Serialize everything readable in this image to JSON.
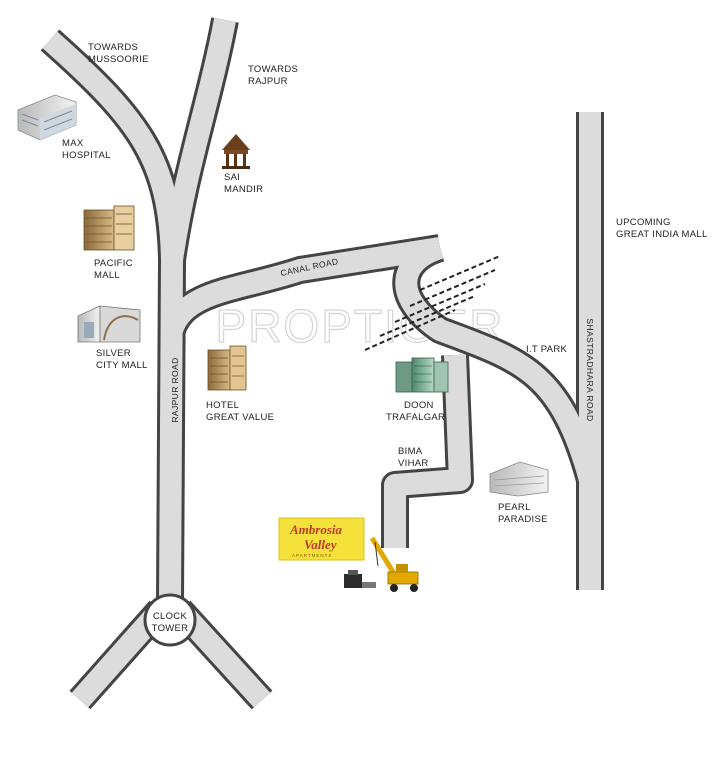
{
  "watermark": "PROPTIGER",
  "roads": {
    "rajpur_road": "RAJPUR ROAD",
    "canal_road": "CANAL ROAD",
    "shastradhara_road": "SHASTRADHARA ROAD"
  },
  "landmarks": {
    "towards_mussoorie": [
      "TOWARDS",
      "MUSSOORIE"
    ],
    "towards_rajpur": [
      "TOWARDS",
      "RAJPUR"
    ],
    "max_hospital": [
      "MAX",
      "HOSPITAL"
    ],
    "sai_mandir": [
      "SAI",
      "MANDIR"
    ],
    "pacific_mall": [
      "PACIFIC",
      "MALL"
    ],
    "silver_city_mall": [
      "SILVER",
      "CITY MALL"
    ],
    "hotel_great_value": [
      "HOTEL",
      "GREAT VALUE"
    ],
    "doon_trafalgar": [
      "DOON",
      "TRAFALGAR"
    ],
    "it_park": "I.T PARK",
    "upcoming_mall": [
      "UPCOMING",
      "GREAT INDIA MALL"
    ],
    "bima_vihar": [
      "BIMA",
      "VIHAR"
    ],
    "pearl_paradise": [
      "PEARL",
      "PARADISE"
    ],
    "clock_tower": [
      "CLOCK",
      "TOWER"
    ]
  },
  "project_logo": {
    "line1": "Ambrosia",
    "line2": "Valley",
    "tagline": "APARTMENTS"
  },
  "colors": {
    "road_fill": "#dcdcdc",
    "road_edge": "#444444",
    "logo_bg": "#f4e13a"
  },
  "icons": [
    "building-icon",
    "temple-icon",
    "crane-icon",
    "water-body-icon"
  ]
}
